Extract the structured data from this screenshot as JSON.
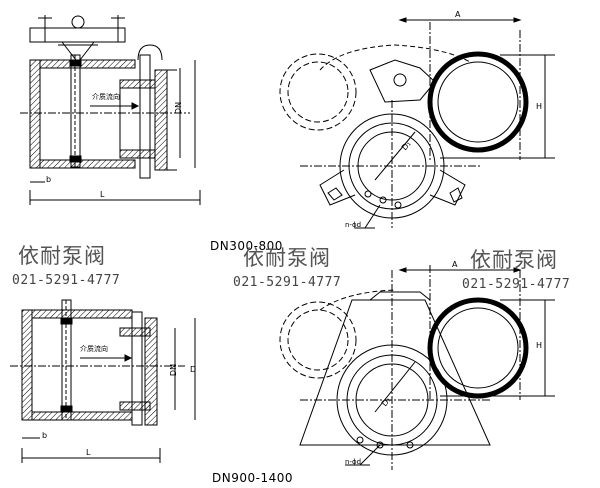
{
  "captions": {
    "top": "DN300-800",
    "bottom": "DN900-1400"
  },
  "watermarks": [
    {
      "cn": "依耐泵阀",
      "phone": "021-5291-4777"
    },
    {
      "cn": "依耐泵阀",
      "phone": "021-5291-4777"
    },
    {
      "cn": "依耐泵阀",
      "phone": "021-5291-4777"
    }
  ],
  "labels": {
    "flow_direction": "介质流向",
    "dim_A": "A",
    "dim_H": "H",
    "dim_DN": "DN",
    "dim_D": "D",
    "dim_D1": "D₁",
    "dim_L": "L",
    "dim_b": "b",
    "bolt_holes": "n-ϕd"
  }
}
